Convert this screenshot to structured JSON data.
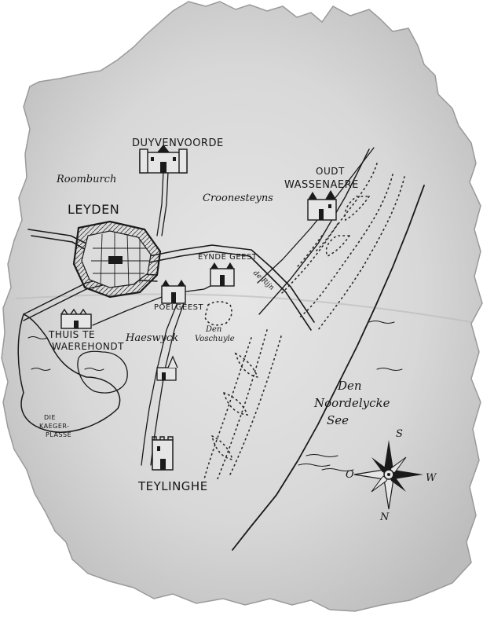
{
  "map": {
    "places": {
      "duyvenvoorde": "DUYVENVOORDE",
      "roomburch": "Roomburch",
      "leyden": "LEYDEN",
      "croonesteyns": "Croonesteyns",
      "oudt_wassenaere_1": "OUDT",
      "oudt_wassenaere_2": "WASSENAERE",
      "eynde_geest": "EYNDE GEEST",
      "poelgeest": "POELGEEST",
      "de_rijn": "de Rijn",
      "huis_te_waerehondt_1": "THUIS TE",
      "huis_te_waerehondt_2": "WAEREHONDT",
      "haeswyck": "Haeswyck",
      "den_voschuyle_1": "Den",
      "den_voschuyle_2": "Voschuyle",
      "kaeger_plasse_1": "DIE",
      "kaeger_plasse_2": "KAEGER-",
      "kaeger_plasse_3": "PLASSE",
      "den_noordelycke_see_1": "Den",
      "den_noordelycke_see_2": "Noordelycke",
      "den_noordelycke_see_3": "See",
      "teylinghe": "TEYLINGHE"
    },
    "compass": {
      "north": "N",
      "south": "S",
      "east": "O",
      "west": "W"
    },
    "colors": {
      "paper": "#dcdcdc",
      "paper_shadow": "#b9b9b9",
      "ink": "#1a1a1a",
      "background": "#ffffff"
    },
    "icons": [
      "castle-icon",
      "church-icon",
      "tower-icon",
      "compass-rose-icon",
      "walled-city-icon"
    ]
  }
}
